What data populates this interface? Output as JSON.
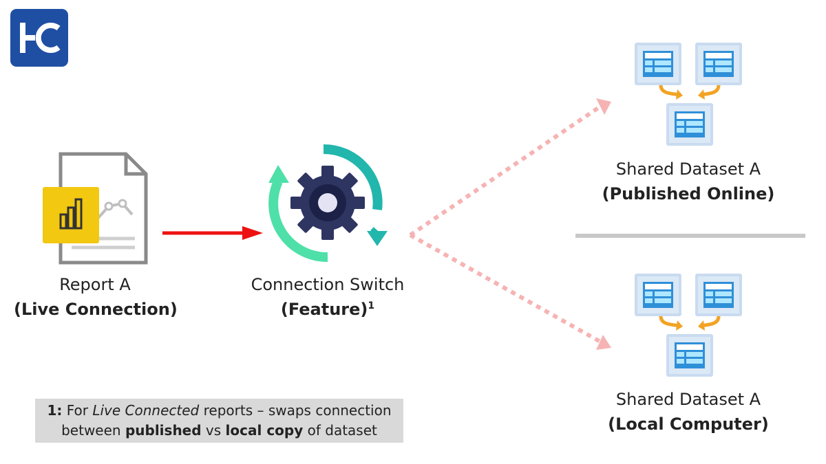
{
  "logo": {
    "text": "HC",
    "color": "#1f4fa3"
  },
  "nodes": {
    "report": {
      "title": "Report A",
      "subtitle": "(Live Connection)",
      "icon": "report-document-icon"
    },
    "switch": {
      "title": "Connection Switch",
      "subtitle": "(Feature)",
      "superscript": "1",
      "icon": "gear-sync-icon"
    },
    "online": {
      "title": "Shared Dataset A",
      "subtitle": "(Published Online)",
      "icon": "dataset-tables-icon"
    },
    "local": {
      "title": "Shared Dataset A",
      "subtitle": "(Local Computer)",
      "icon": "dataset-tables-icon"
    }
  },
  "edges": [
    {
      "from": "report",
      "to": "switch",
      "style": "solid",
      "color": "#ee1111"
    },
    {
      "from": "switch",
      "to": "online",
      "style": "dashed",
      "color": "#f6b3b3"
    },
    {
      "from": "switch",
      "to": "local",
      "style": "dashed",
      "color": "#f6b3b3"
    }
  ],
  "footnote": {
    "marker": "1:",
    "t1": "For",
    "t2": "Live Connected",
    "t3": "reports – swaps connection",
    "t4": "between",
    "t5": "published",
    "t6": "vs",
    "t7": "local copy",
    "t8": "of dataset"
  }
}
